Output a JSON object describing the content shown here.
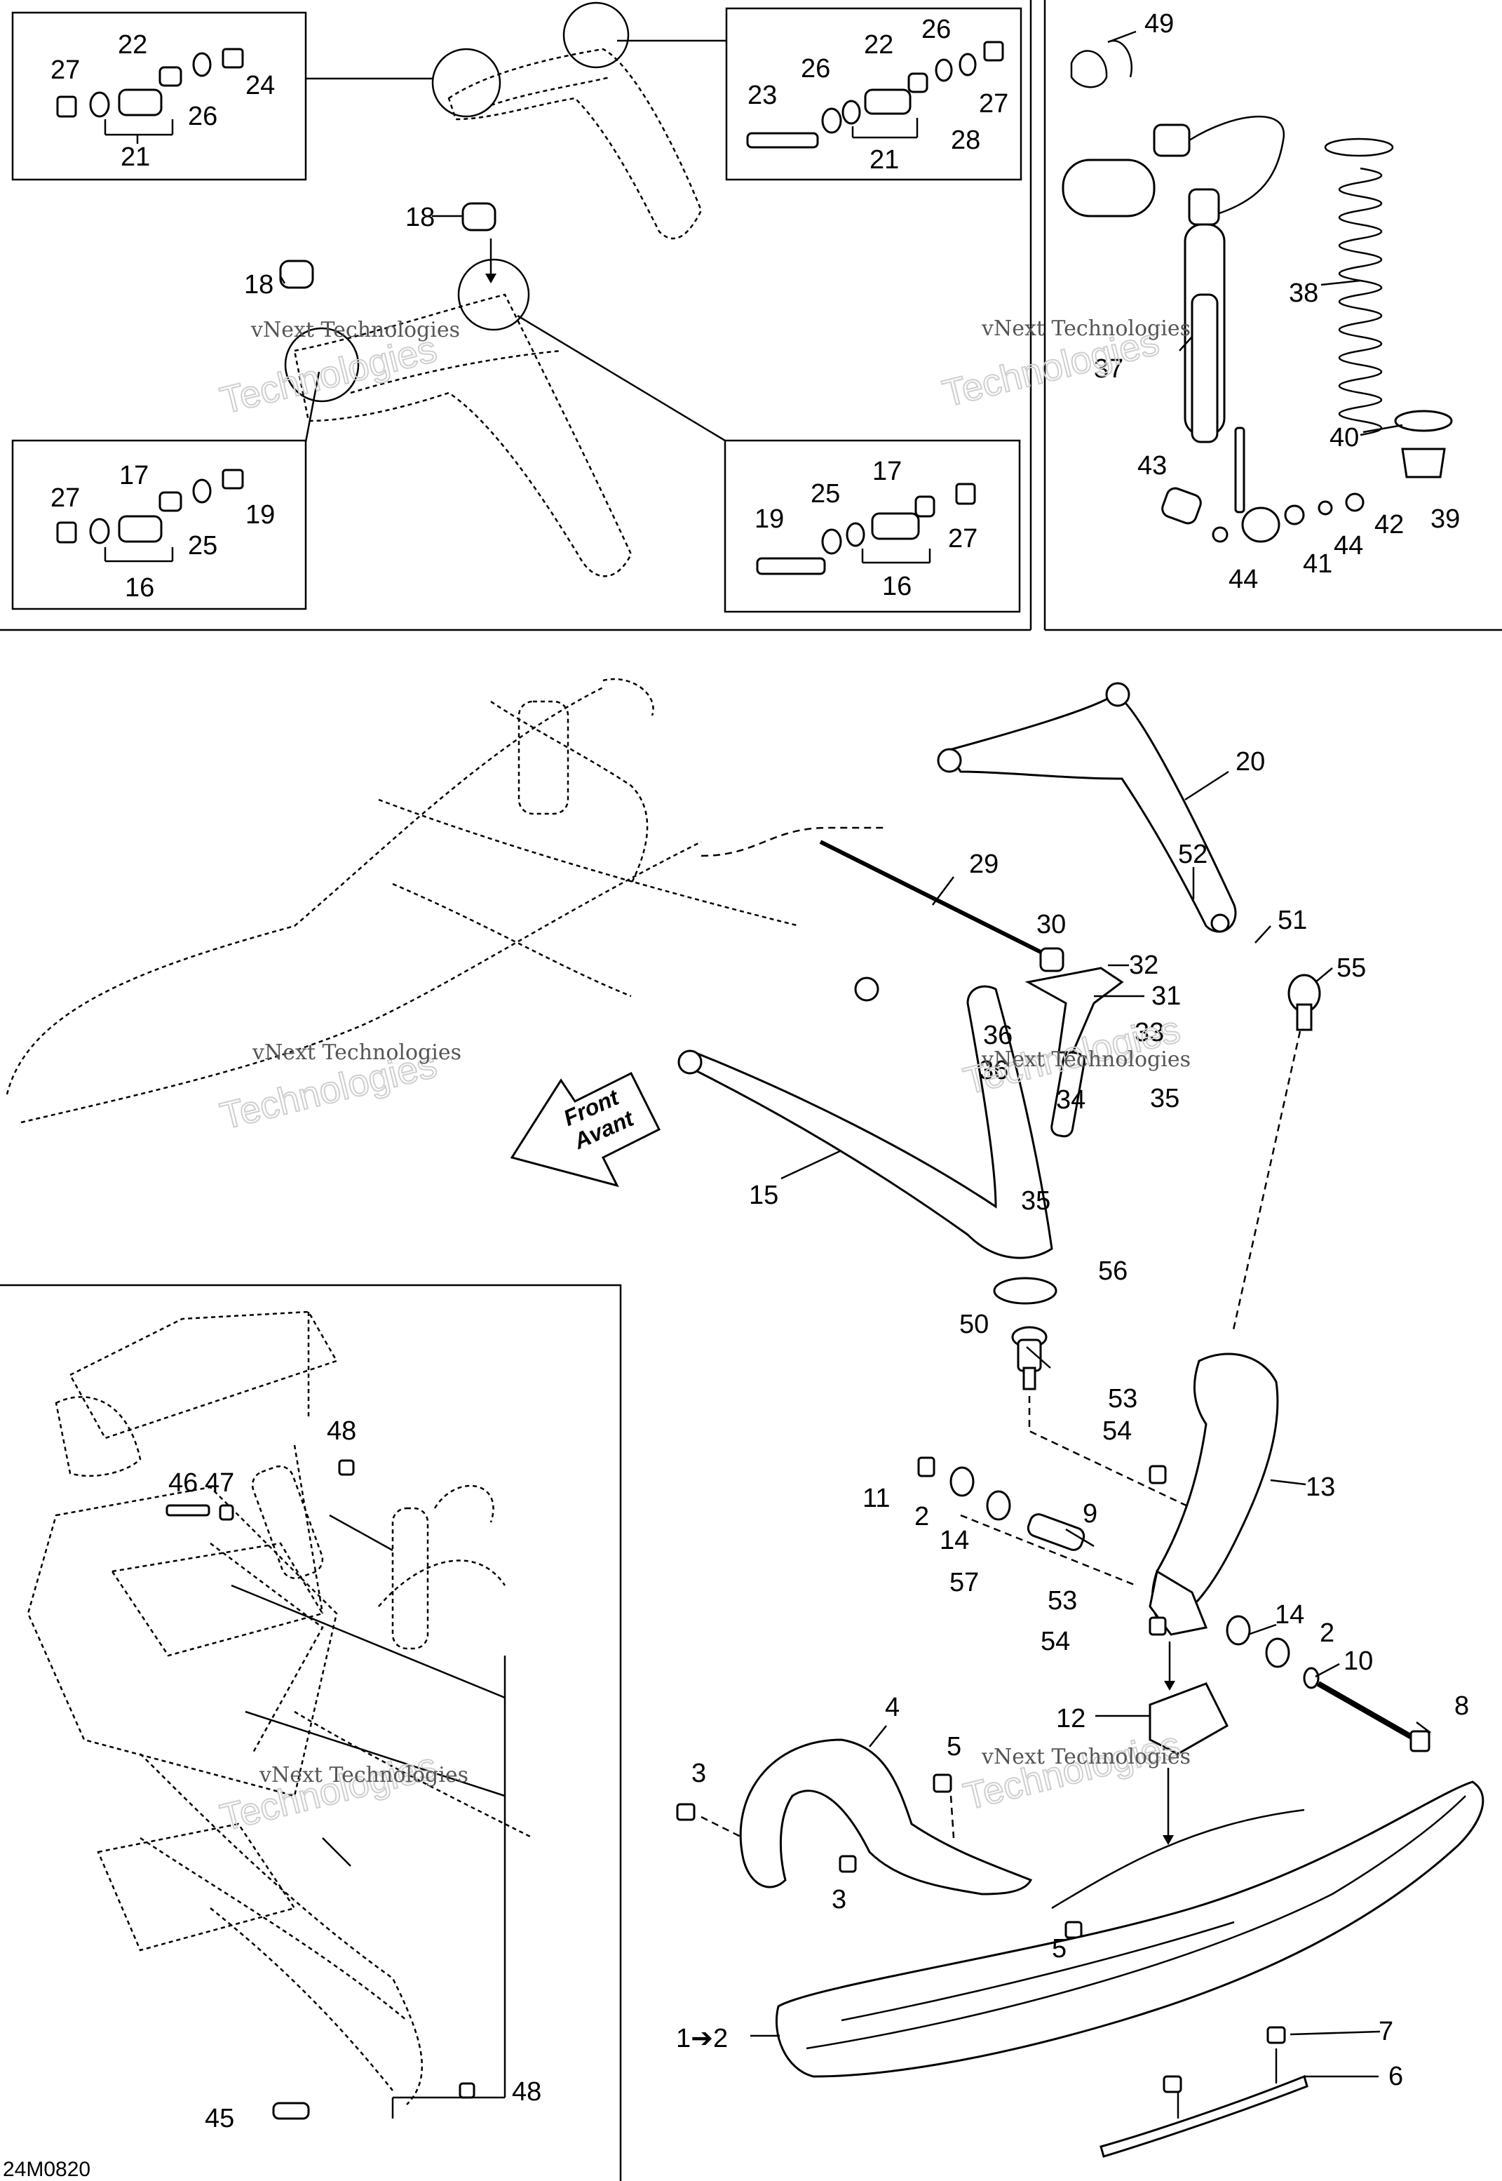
{
  "watermark": {
    "company": "vNext Technologies",
    "outline": "Technologies"
  },
  "front_indicator": {
    "line1": "Front",
    "line2": "Avant"
  },
  "reference_code": "24M0820",
  "callouts": {
    "n1_2": "1➔2",
    "n2": "2",
    "n3": "3",
    "n4": "4",
    "n5": "5",
    "n6": "6",
    "n7": "7",
    "n8": "8",
    "n9": "9",
    "n10": "10",
    "n11": "11",
    "n12": "12",
    "n13": "13",
    "n14": "14",
    "n15": "15",
    "n16": "16",
    "n17": "17",
    "n18": "18",
    "n19": "19",
    "n20": "20",
    "n21": "21",
    "n22": "22",
    "n23": "23",
    "n24": "24",
    "n25": "25",
    "n26": "26",
    "n27": "27",
    "n28": "28",
    "n29": "29",
    "n30": "30",
    "n31": "31",
    "n32": "32",
    "n33": "33",
    "n34": "34",
    "n35": "35",
    "n36": "36",
    "n37": "37",
    "n38": "38",
    "n39": "39",
    "n40": "40",
    "n41": "41",
    "n42": "42",
    "n43": "43",
    "n44": "44",
    "n45": "45",
    "n46": "46",
    "n47": "47",
    "n48": "48",
    "n49": "49",
    "n50": "50",
    "n51": "51",
    "n52": "52",
    "n53": "53",
    "n54": "54",
    "n55": "55",
    "n56": "56",
    "n57": "57"
  }
}
